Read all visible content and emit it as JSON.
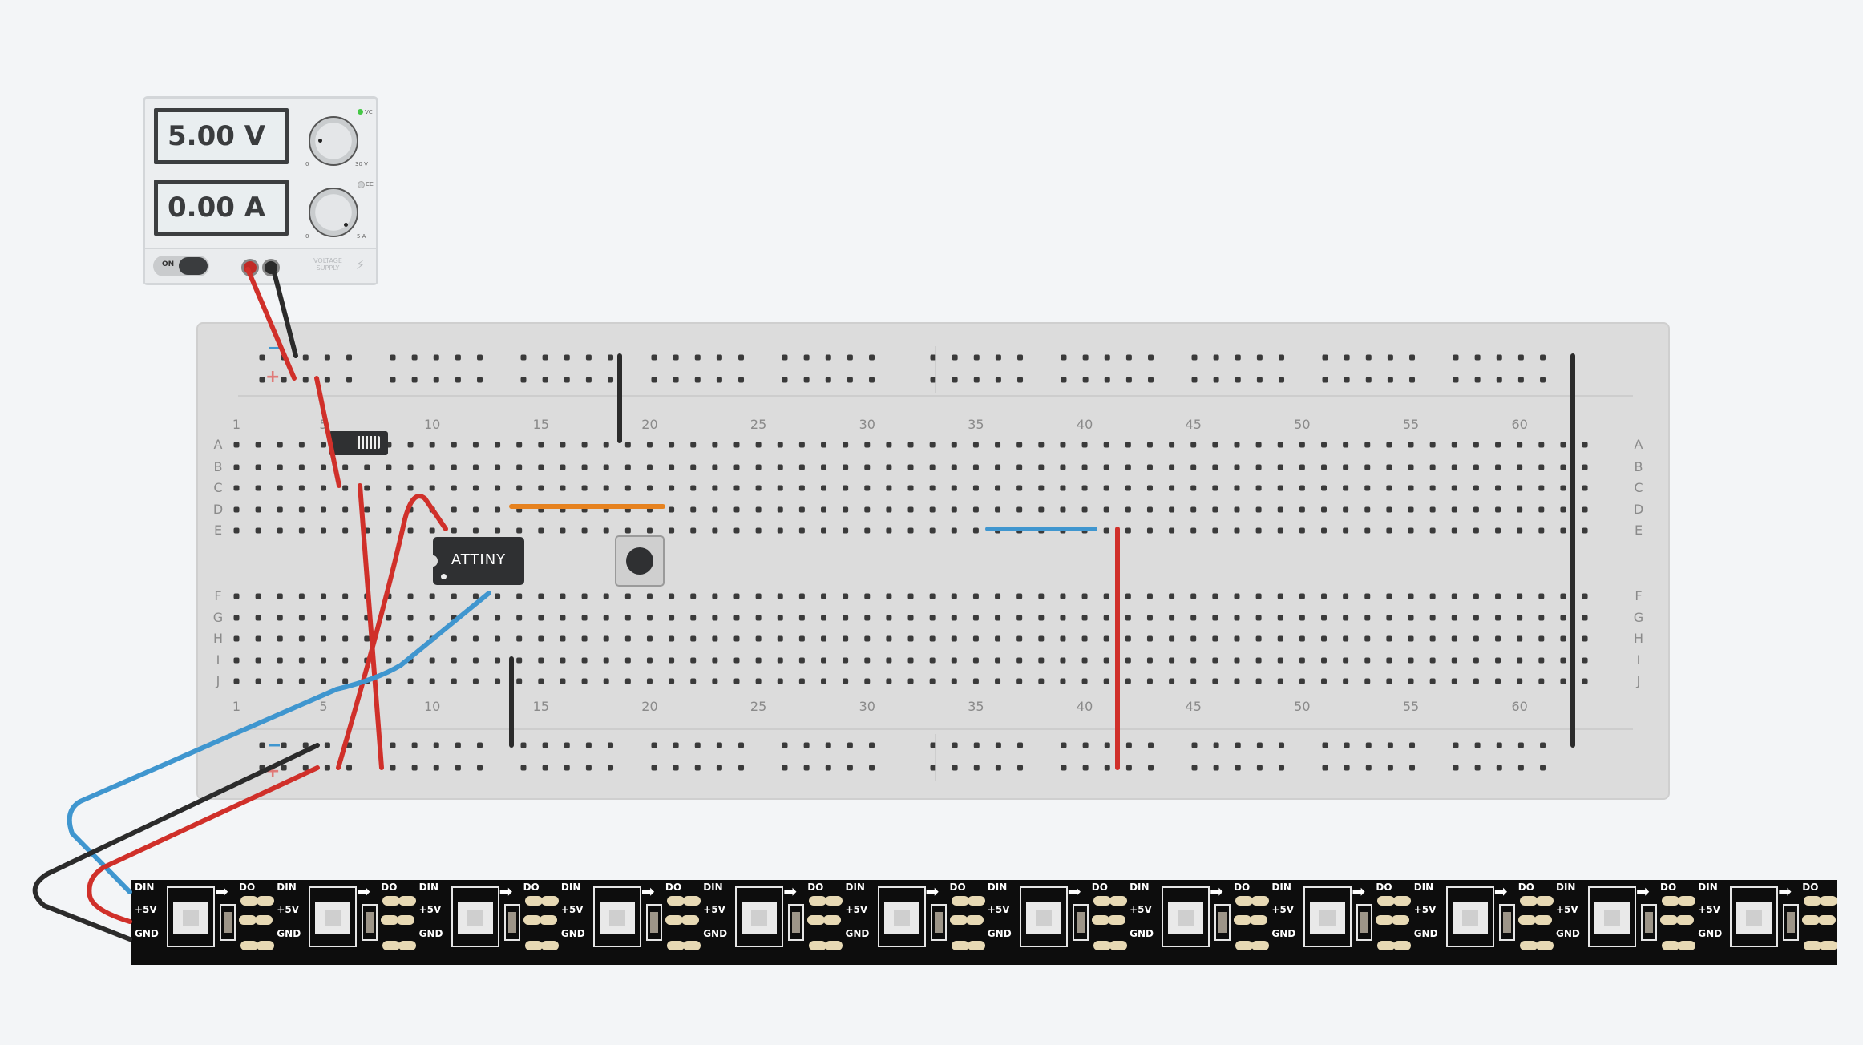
{
  "power_supply": {
    "voltage_display": "5.00 V",
    "current_display": "0.00 A",
    "switch_label": "ON",
    "cv_label": "VC",
    "cc_label": "CC",
    "voltage_min": "0",
    "voltage_max": "30 V",
    "current_min": "0",
    "current_max": "5 A",
    "brand_label": "VOLTAGE SUPPLY"
  },
  "breadboard": {
    "row_labels_top": [
      "A",
      "B",
      "C",
      "D",
      "E"
    ],
    "row_labels_bottom": [
      "F",
      "G",
      "H",
      "I",
      "J"
    ],
    "column_labels": [
      "1",
      "5",
      "10",
      "15",
      "20",
      "25",
      "30",
      "35",
      "40",
      "45",
      "50",
      "55",
      "60"
    ],
    "rail_minus": "−",
    "rail_plus": "+"
  },
  "chip": {
    "label": "ATTINY"
  },
  "led_strip": {
    "din_label": "DIN",
    "do_label": "DO",
    "v5_label": "+5V",
    "gnd_label": "GND",
    "segment_count": 12
  },
  "colors": {
    "wire_red": "#d0302a",
    "wire_black": "#2b2b2b",
    "wire_blue": "#3f96cf",
    "wire_orange": "#e6821f",
    "breadboard": "#dcdcdc",
    "strip": "#0d0d0d"
  }
}
